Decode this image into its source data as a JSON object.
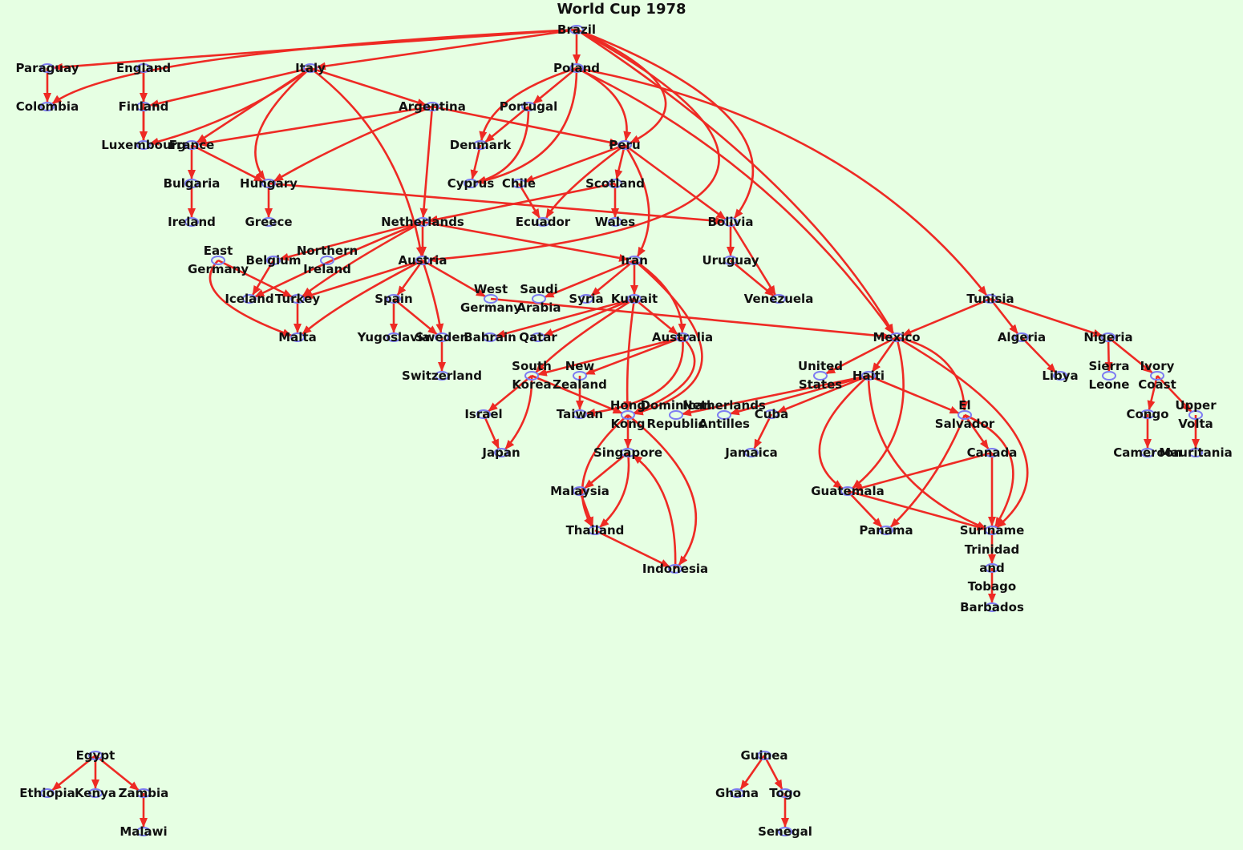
{
  "title": "World Cup 1978",
  "colors": {
    "background": "#e6ffe3",
    "edge": "#ee2a24",
    "node": "#7d7cf2",
    "text": "#111111"
  },
  "nodes": [
    {
      "id": "brazil",
      "lines": [
        "Brazil"
      ]
    },
    {
      "id": "paraguay",
      "lines": [
        "Paraguay"
      ]
    },
    {
      "id": "england",
      "lines": [
        "England"
      ]
    },
    {
      "id": "italy",
      "lines": [
        "Italy"
      ]
    },
    {
      "id": "poland",
      "lines": [
        "Poland"
      ]
    },
    {
      "id": "colombia",
      "lines": [
        "Colombia"
      ]
    },
    {
      "id": "finland",
      "lines": [
        "Finland"
      ]
    },
    {
      "id": "argentina",
      "lines": [
        "Argentina"
      ]
    },
    {
      "id": "portugal",
      "lines": [
        "Portugal"
      ]
    },
    {
      "id": "luxembourg",
      "lines": [
        "Luxembourg"
      ]
    },
    {
      "id": "france",
      "lines": [
        "France"
      ]
    },
    {
      "id": "denmark",
      "lines": [
        "Denmark"
      ]
    },
    {
      "id": "peru",
      "lines": [
        "Peru"
      ]
    },
    {
      "id": "bulgaria",
      "lines": [
        "Bulgaria"
      ]
    },
    {
      "id": "hungary",
      "lines": [
        "Hungary"
      ]
    },
    {
      "id": "cyprus",
      "lines": [
        "Cyprus"
      ]
    },
    {
      "id": "chile",
      "lines": [
        "Chile"
      ]
    },
    {
      "id": "scotland",
      "lines": [
        "Scotland"
      ]
    },
    {
      "id": "ireland",
      "lines": [
        "Ireland"
      ]
    },
    {
      "id": "greece",
      "lines": [
        "Greece"
      ]
    },
    {
      "id": "netherlands",
      "lines": [
        "Netherlands"
      ]
    },
    {
      "id": "ecuador",
      "lines": [
        "Ecuador"
      ]
    },
    {
      "id": "wales",
      "lines": [
        "Wales"
      ]
    },
    {
      "id": "bolivia",
      "lines": [
        "Bolivia"
      ]
    },
    {
      "id": "east_germany",
      "lines": [
        "East",
        "Germany"
      ]
    },
    {
      "id": "belgium",
      "lines": [
        "Belgium"
      ]
    },
    {
      "id": "northern_ireland",
      "lines": [
        "Northern",
        "Ireland"
      ]
    },
    {
      "id": "austria",
      "lines": [
        "Austria"
      ]
    },
    {
      "id": "iran",
      "lines": [
        "Iran"
      ]
    },
    {
      "id": "uruguay",
      "lines": [
        "Uruguay"
      ]
    },
    {
      "id": "iceland",
      "lines": [
        "Iceland"
      ]
    },
    {
      "id": "turkey",
      "lines": [
        "Turkey"
      ]
    },
    {
      "id": "spain",
      "lines": [
        "Spain"
      ]
    },
    {
      "id": "west_germany",
      "lines": [
        "West",
        "Germany"
      ]
    },
    {
      "id": "saudi_arabia",
      "lines": [
        "Saudi",
        "Arabia"
      ]
    },
    {
      "id": "syria",
      "lines": [
        "Syria"
      ]
    },
    {
      "id": "kuwait",
      "lines": [
        "Kuwait"
      ]
    },
    {
      "id": "venezuela",
      "lines": [
        "Venezuela"
      ]
    },
    {
      "id": "tunisia",
      "lines": [
        "Tunisia"
      ]
    },
    {
      "id": "malta",
      "lines": [
        "Malta"
      ]
    },
    {
      "id": "yugoslavia",
      "lines": [
        "Yugoslavia"
      ]
    },
    {
      "id": "sweden",
      "lines": [
        "Sweden"
      ]
    },
    {
      "id": "bahrain",
      "lines": [
        "Bahrain"
      ]
    },
    {
      "id": "qatar",
      "lines": [
        "Qatar"
      ]
    },
    {
      "id": "australia",
      "lines": [
        "Australia"
      ]
    },
    {
      "id": "mexico",
      "lines": [
        "Mexico"
      ]
    },
    {
      "id": "algeria",
      "lines": [
        "Algeria"
      ]
    },
    {
      "id": "nigeria",
      "lines": [
        "Nigeria"
      ]
    },
    {
      "id": "switzerland",
      "lines": [
        "Switzerland"
      ]
    },
    {
      "id": "south_korea",
      "lines": [
        "South",
        "Korea"
      ]
    },
    {
      "id": "new_zealand",
      "lines": [
        "New",
        "Zealand"
      ]
    },
    {
      "id": "united_states",
      "lines": [
        "United",
        "States"
      ]
    },
    {
      "id": "haiti",
      "lines": [
        "Haiti"
      ]
    },
    {
      "id": "libya",
      "lines": [
        "Libya"
      ]
    },
    {
      "id": "sierra_leone",
      "lines": [
        "Sierra",
        "Leone"
      ]
    },
    {
      "id": "ivory_coast",
      "lines": [
        "Ivory",
        "Coast"
      ]
    },
    {
      "id": "israel",
      "lines": [
        "Israel"
      ]
    },
    {
      "id": "taiwan",
      "lines": [
        "Taiwan"
      ]
    },
    {
      "id": "hong_kong",
      "lines": [
        "Hong",
        "Kong"
      ]
    },
    {
      "id": "dominican_republic",
      "lines": [
        "Dominican",
        "Republic"
      ]
    },
    {
      "id": "netherlands_antilles",
      "lines": [
        "Netherlands",
        "Antilles"
      ]
    },
    {
      "id": "cuba",
      "lines": [
        "Cuba"
      ]
    },
    {
      "id": "el_salvador",
      "lines": [
        "El",
        "Salvador"
      ]
    },
    {
      "id": "congo",
      "lines": [
        "Congo"
      ]
    },
    {
      "id": "upper_volta",
      "lines": [
        "Upper",
        "Volta"
      ]
    },
    {
      "id": "japan",
      "lines": [
        "Japan"
      ]
    },
    {
      "id": "singapore",
      "lines": [
        "Singapore"
      ]
    },
    {
      "id": "jamaica",
      "lines": [
        "Jamaica"
      ]
    },
    {
      "id": "canada",
      "lines": [
        "Canada"
      ]
    },
    {
      "id": "cameroon",
      "lines": [
        "Cameroon"
      ]
    },
    {
      "id": "mauritania",
      "lines": [
        "Mauritania"
      ]
    },
    {
      "id": "malaysia",
      "lines": [
        "Malaysia"
      ]
    },
    {
      "id": "guatemala",
      "lines": [
        "Guatemala"
      ]
    },
    {
      "id": "thailand",
      "lines": [
        "Thailand"
      ]
    },
    {
      "id": "panama",
      "lines": [
        "Panama"
      ]
    },
    {
      "id": "suriname",
      "lines": [
        "Suriname"
      ]
    },
    {
      "id": "trinidad_and_tobago",
      "lines": [
        "Trinidad",
        "and",
        "Tobago"
      ]
    },
    {
      "id": "indonesia",
      "lines": [
        "Indonesia"
      ]
    },
    {
      "id": "barbados",
      "lines": [
        "Barbados"
      ]
    },
    {
      "id": "egypt",
      "lines": [
        "Egypt"
      ]
    },
    {
      "id": "ethiopia",
      "lines": [
        "Ethiopia"
      ]
    },
    {
      "id": "kenya",
      "lines": [
        "Kenya"
      ]
    },
    {
      "id": "zambia",
      "lines": [
        "Zambia"
      ]
    },
    {
      "id": "malawi",
      "lines": [
        "Malawi"
      ]
    },
    {
      "id": "guinea",
      "lines": [
        "Guinea"
      ]
    },
    {
      "id": "ghana",
      "lines": [
        "Ghana"
      ]
    },
    {
      "id": "togo",
      "lines": [
        "Togo"
      ]
    },
    {
      "id": "senegal",
      "lines": [
        "Senegal"
      ]
    }
  ],
  "edges": [
    [
      "brazil",
      "paraguay"
    ],
    [
      "brazil",
      "colombia"
    ],
    [
      "brazil",
      "italy"
    ],
    [
      "brazil",
      "poland"
    ],
    [
      "brazil",
      "peru"
    ],
    [
      "brazil",
      "bolivia"
    ],
    [
      "brazil",
      "austria"
    ],
    [
      "brazil",
      "mexico"
    ],
    [
      "paraguay",
      "colombia"
    ],
    [
      "england",
      "finland"
    ],
    [
      "england",
      "luxembourg"
    ],
    [
      "finland",
      "luxembourg"
    ],
    [
      "italy",
      "finland"
    ],
    [
      "italy",
      "luxembourg"
    ],
    [
      "italy",
      "france"
    ],
    [
      "italy",
      "hungary"
    ],
    [
      "italy",
      "argentina"
    ],
    [
      "italy",
      "austria"
    ],
    [
      "poland",
      "portugal"
    ],
    [
      "poland",
      "denmark"
    ],
    [
      "poland",
      "cyprus"
    ],
    [
      "poland",
      "peru"
    ],
    [
      "poland",
      "mexico"
    ],
    [
      "poland",
      "tunisia"
    ],
    [
      "argentina",
      "france"
    ],
    [
      "argentina",
      "hungary"
    ],
    [
      "argentina",
      "peru"
    ],
    [
      "argentina",
      "netherlands"
    ],
    [
      "portugal",
      "denmark"
    ],
    [
      "portugal",
      "cyprus"
    ],
    [
      "denmark",
      "cyprus"
    ],
    [
      "france",
      "bulgaria"
    ],
    [
      "france",
      "hungary"
    ],
    [
      "bulgaria",
      "ireland"
    ],
    [
      "hungary",
      "greece"
    ],
    [
      "hungary",
      "bolivia"
    ],
    [
      "peru",
      "chile"
    ],
    [
      "peru",
      "scotland"
    ],
    [
      "peru",
      "ecuador"
    ],
    [
      "peru",
      "bolivia"
    ],
    [
      "peru",
      "iran"
    ],
    [
      "chile",
      "ecuador"
    ],
    [
      "scotland",
      "wales"
    ],
    [
      "scotland",
      "netherlands"
    ],
    [
      "netherlands",
      "austria"
    ],
    [
      "netherlands",
      "iran"
    ],
    [
      "netherlands",
      "belgium"
    ],
    [
      "netherlands",
      "iceland"
    ],
    [
      "netherlands",
      "turkey"
    ],
    [
      "bolivia",
      "uruguay"
    ],
    [
      "bolivia",
      "venezuela"
    ],
    [
      "uruguay",
      "venezuela"
    ],
    [
      "east_germany",
      "turkey"
    ],
    [
      "east_germany",
      "malta"
    ],
    [
      "belgium",
      "iceland"
    ],
    [
      "austria",
      "spain"
    ],
    [
      "austria",
      "sweden"
    ],
    [
      "austria",
      "west_germany"
    ],
    [
      "austria",
      "turkey"
    ],
    [
      "austria",
      "malta"
    ],
    [
      "turkey",
      "malta"
    ],
    [
      "spain",
      "yugoslavia"
    ],
    [
      "spain",
      "sweden"
    ],
    [
      "sweden",
      "switzerland"
    ],
    [
      "iran",
      "saudi_arabia"
    ],
    [
      "iran",
      "syria"
    ],
    [
      "iran",
      "kuwait"
    ],
    [
      "iran",
      "australia"
    ],
    [
      "iran",
      "hong_kong"
    ],
    [
      "kuwait",
      "bahrain"
    ],
    [
      "kuwait",
      "qatar"
    ],
    [
      "kuwait",
      "australia"
    ],
    [
      "kuwait",
      "south_korea"
    ],
    [
      "kuwait",
      "hong_kong"
    ],
    [
      "west_germany",
      "mexico"
    ],
    [
      "australia",
      "south_korea"
    ],
    [
      "australia",
      "new_zealand"
    ],
    [
      "australia",
      "taiwan"
    ],
    [
      "australia",
      "hong_kong"
    ],
    [
      "new_zealand",
      "taiwan"
    ],
    [
      "south_korea",
      "israel"
    ],
    [
      "south_korea",
      "japan"
    ],
    [
      "south_korea",
      "hong_kong"
    ],
    [
      "israel",
      "japan"
    ],
    [
      "tunisia",
      "mexico"
    ],
    [
      "tunisia",
      "algeria"
    ],
    [
      "tunisia",
      "nigeria"
    ],
    [
      "algeria",
      "libya"
    ],
    [
      "nigeria",
      "sierra_leone"
    ],
    [
      "nigeria",
      "ivory_coast"
    ],
    [
      "ivory_coast",
      "congo"
    ],
    [
      "ivory_coast",
      "upper_volta"
    ],
    [
      "congo",
      "cameroon"
    ],
    [
      "upper_volta",
      "mauritania"
    ],
    [
      "mexico",
      "haiti"
    ],
    [
      "mexico",
      "united_states"
    ],
    [
      "mexico",
      "el_salvador"
    ],
    [
      "mexico",
      "guatemala"
    ],
    [
      "mexico",
      "suriname"
    ],
    [
      "haiti",
      "cuba"
    ],
    [
      "haiti",
      "dominican_republic"
    ],
    [
      "haiti",
      "netherlands_antilles"
    ],
    [
      "haiti",
      "el_salvador"
    ],
    [
      "haiti",
      "guatemala"
    ],
    [
      "haiti",
      "suriname"
    ],
    [
      "cuba",
      "jamaica"
    ],
    [
      "el_salvador",
      "canada"
    ],
    [
      "el_salvador",
      "panama"
    ],
    [
      "el_salvador",
      "suriname"
    ],
    [
      "canada",
      "guatemala"
    ],
    [
      "canada",
      "suriname"
    ],
    [
      "guatemala",
      "panama"
    ],
    [
      "guatemala",
      "suriname"
    ],
    [
      "suriname",
      "trinidad_and_tobago"
    ],
    [
      "trinidad_and_tobago",
      "barbados"
    ],
    [
      "hong_kong",
      "singapore"
    ],
    [
      "hong_kong",
      "thailand"
    ],
    [
      "hong_kong",
      "indonesia"
    ],
    [
      "singapore",
      "malaysia"
    ],
    [
      "singapore",
      "thailand"
    ],
    [
      "malaysia",
      "thailand"
    ],
    [
      "thailand",
      "indonesia"
    ],
    [
      "indonesia",
      "singapore"
    ],
    [
      "egypt",
      "ethiopia"
    ],
    [
      "egypt",
      "kenya"
    ],
    [
      "egypt",
      "zambia"
    ],
    [
      "zambia",
      "malawi"
    ],
    [
      "guinea",
      "ghana"
    ],
    [
      "guinea",
      "togo"
    ],
    [
      "togo",
      "senegal"
    ]
  ]
}
